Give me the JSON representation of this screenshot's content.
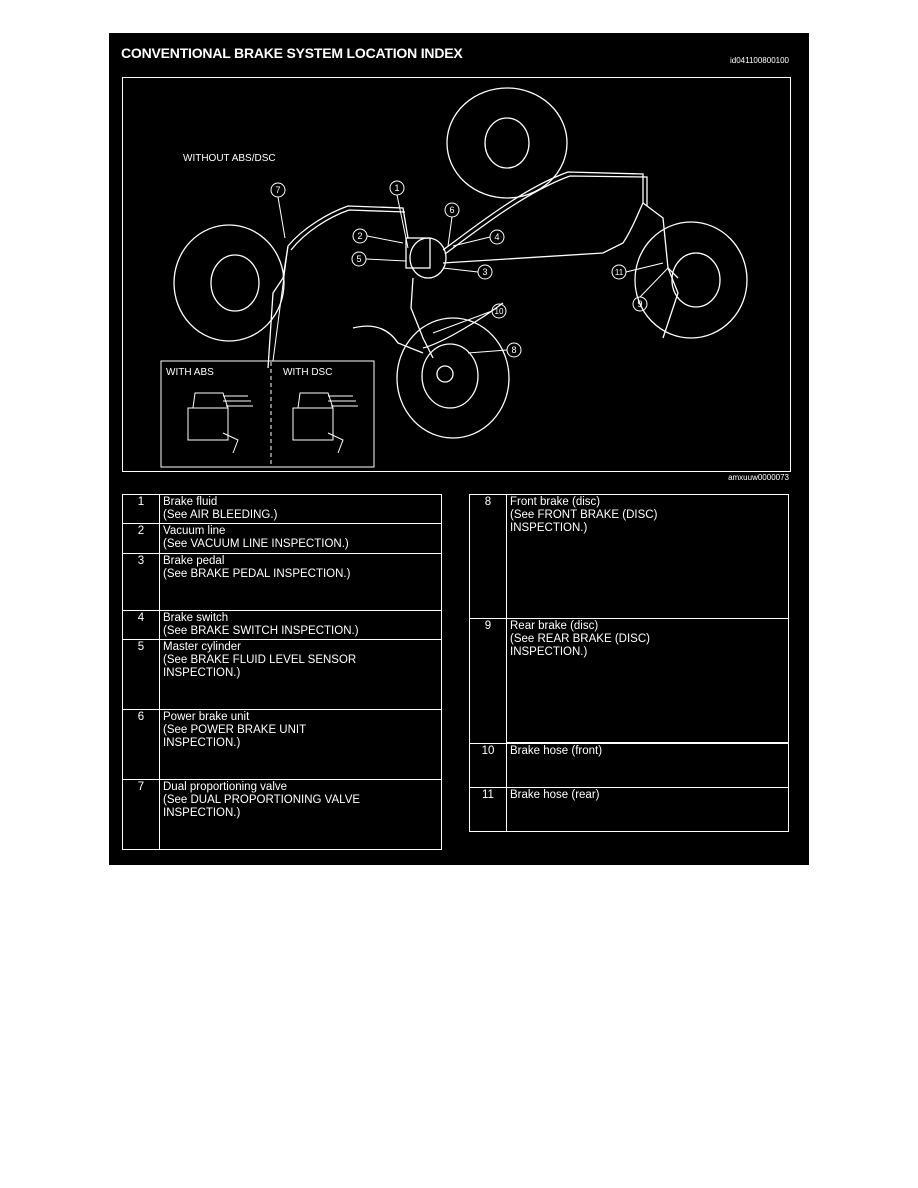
{
  "page": {
    "title": "CONVENTIONAL BRAKE SYSTEM LOCATION INDEX",
    "doc_id": "id041100800100",
    "figure_id": "amxuuw0000073"
  },
  "figure": {
    "label_main": "WITHOUT ABS/DSC",
    "label_abs": "WITH ABS",
    "label_dsc": "WITH DSC",
    "callouts": [
      "1",
      "2",
      "3",
      "4",
      "5",
      "6",
      "7",
      "8",
      "9",
      "10",
      "11"
    ]
  },
  "left_table": [
    {
      "num": "1",
      "lines": [
        "Brake fluid",
        "(See AIR BLEEDING.)"
      ]
    },
    {
      "num": "2",
      "lines": [
        "Vacuum line",
        "(See VACUUM LINE INSPECTION.)"
      ]
    },
    {
      "num": "3",
      "lines": [
        "Brake pedal",
        "(See BRAKE PEDAL INSPECTION.)"
      ]
    },
    {
      "num": "4",
      "lines": [
        "Brake switch",
        "(See BRAKE SWITCH INSPECTION.)"
      ]
    },
    {
      "num": "5",
      "lines": [
        "Master cylinder",
        "",
        "",
        "(See BRAKE FLUID LEVEL SENSOR",
        "INSPECTION.)"
      ]
    },
    {
      "num": "6",
      "lines": [
        "Power brake unit",
        "(See POWER BRAKE UNIT",
        "INSPECTION.)"
      ]
    },
    {
      "num": "7",
      "lines": [
        "Dual proportioning valve",
        "(See DUAL PROPORTIONING VALVE",
        "INSPECTION.)"
      ]
    }
  ],
  "right_table": [
    {
      "num": "8",
      "lines": [
        "Front brake (disc)",
        "(See FRONT BRAKE (DISC)",
        "INSPECTION.)"
      ]
    },
    {
      "num": "9",
      "lines": [
        "Rear brake (disc)",
        "(See REAR BRAKE (DISC)",
        "INSPECTION.)"
      ]
    },
    {
      "num": "10",
      "lines": [
        "Brake hose (front)"
      ]
    },
    {
      "num": "11",
      "lines": [
        "Brake hose (rear)"
      ]
    }
  ]
}
